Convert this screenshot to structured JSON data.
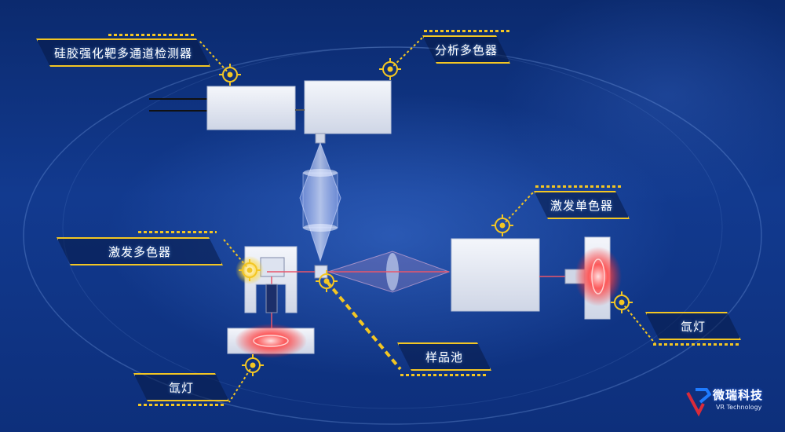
{
  "labels": {
    "detector": "硅胶强化靶多通道检测器",
    "analysis_mono": "分析多色器",
    "excitation_single": "激发单色器",
    "excitation_poly": "激发多色器",
    "xenon_right": "氙灯",
    "sample_cell": "样品池",
    "xenon_left": "氙灯"
  },
  "logo": {
    "name": "微瑞科技",
    "subtitle": "VR Technology"
  },
  "colors": {
    "accent": "#f3c623",
    "background": "#123a8f",
    "beam": "#e8566b"
  }
}
